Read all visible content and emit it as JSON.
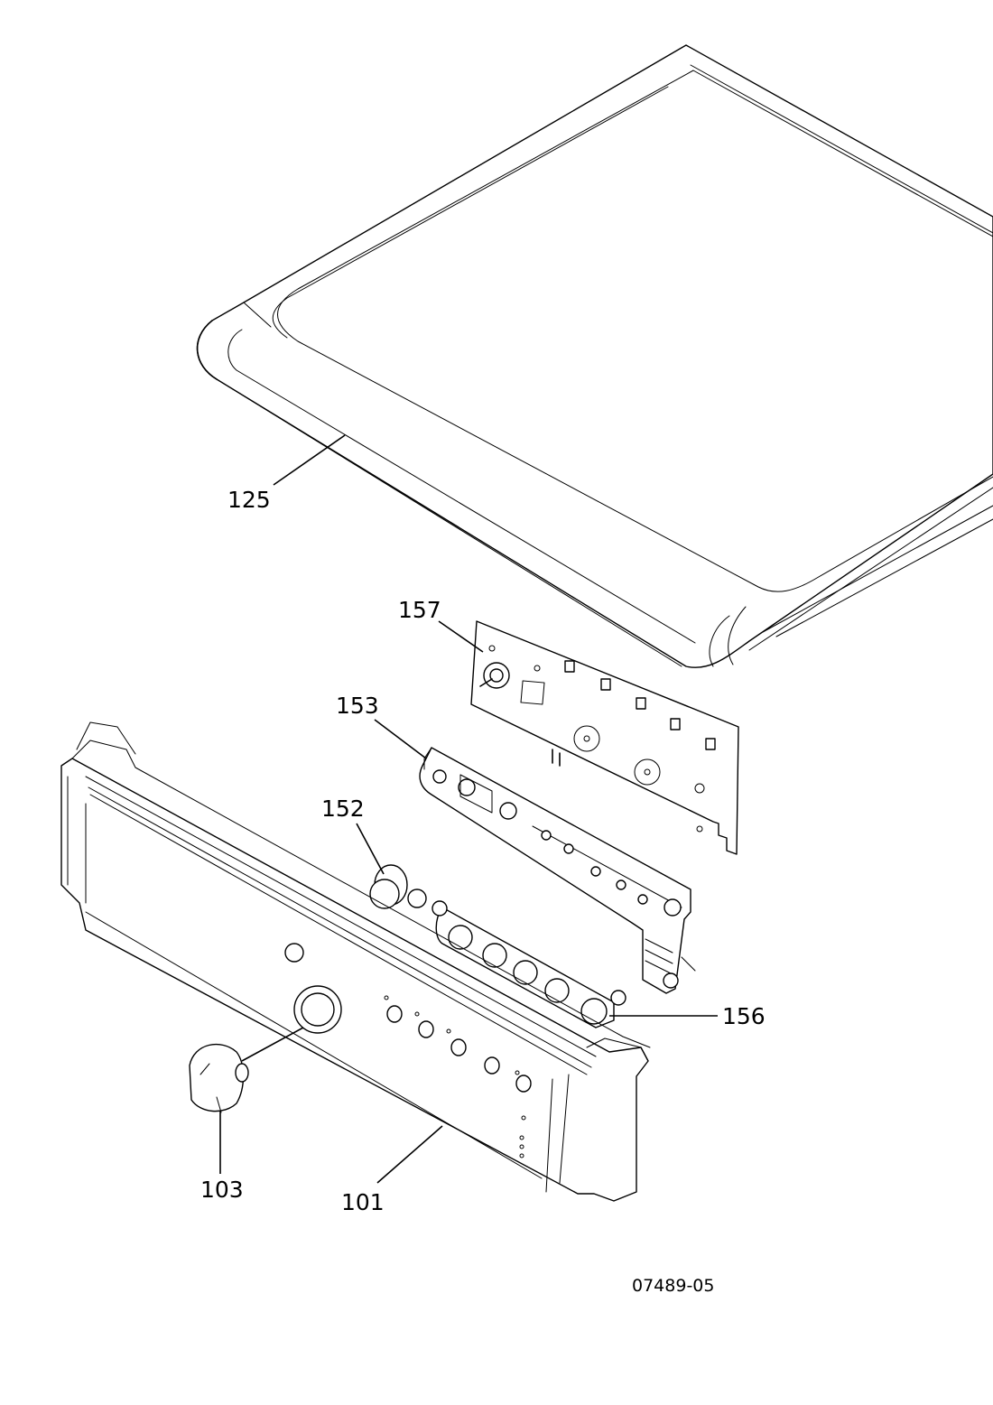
{
  "callouts": {
    "top_cover": "125",
    "control_board": "157",
    "button_holder": "153",
    "push_button": "152",
    "button_set": "156",
    "knob": "103",
    "control_panel": "101"
  },
  "drawing_ref": "07489-05"
}
